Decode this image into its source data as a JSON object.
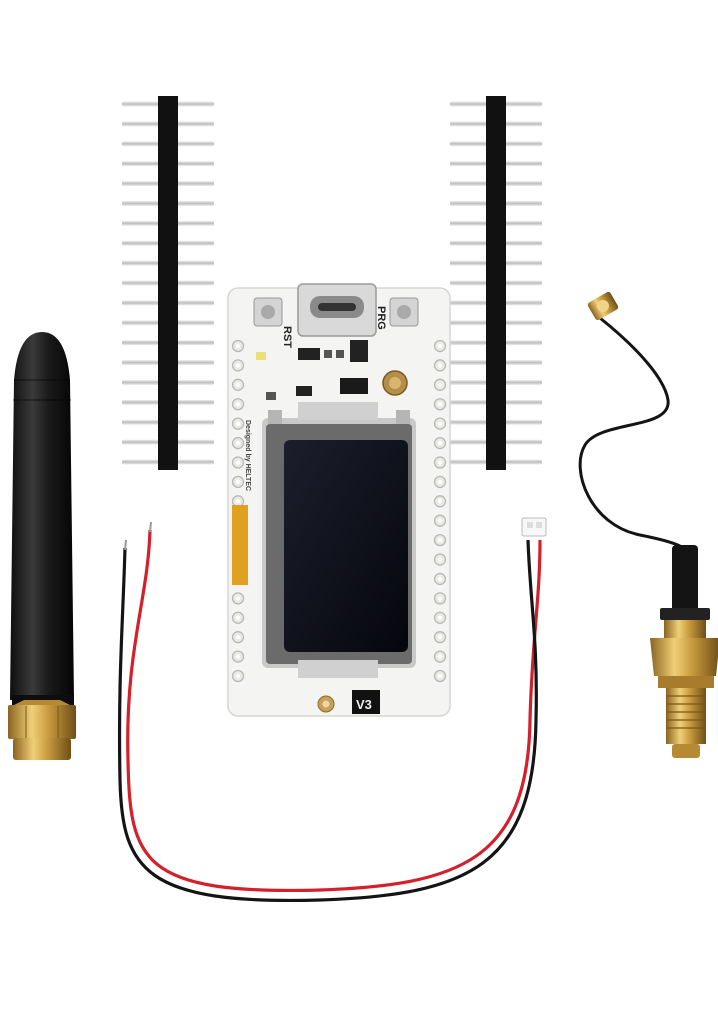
{
  "board": {
    "rst_label": "RST",
    "prg_label": "PRG",
    "version_label": "V3",
    "credit_label": "Designed by HELTEC"
  },
  "colors": {
    "background": "#ffffff",
    "header_plastic": "#111111",
    "header_pin": "#d8d8d8",
    "pcb": "#f4f4f2",
    "oled_glass": "#0c0d18",
    "gold": "#c89a3e",
    "wire_red": "#d4202a",
    "wire_black": "#141414",
    "antenna_black": "#1c1c1c"
  },
  "icons": {
    "usb": "usb-c-port-icon",
    "led": "led-icon"
  }
}
